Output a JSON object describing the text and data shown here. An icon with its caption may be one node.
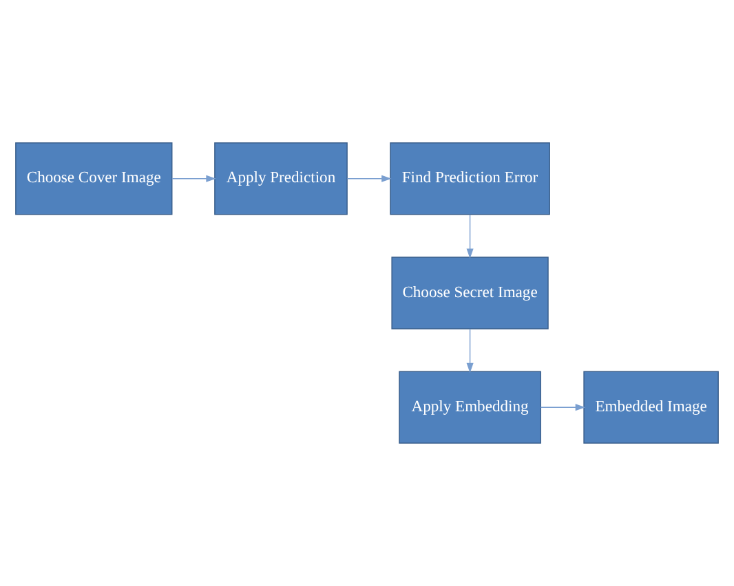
{
  "diagram": {
    "nodes": [
      {
        "text": [
          "Choose Cover Image"
        ]
      },
      {
        "text": [
          "Apply Prediction"
        ]
      },
      {
        "text": [
          "Find Prediction Error"
        ]
      },
      {
        "text": [
          "Choose Secret Image"
        ]
      },
      {
        "text": [
          "Apply Embedding"
        ]
      },
      {
        "text": [
          "Embedded Image"
        ]
      }
    ],
    "edges": [
      {
        "from": 0,
        "to": 1,
        "arrow": "to"
      },
      {
        "from": 1,
        "to": 2,
        "arrow": "to"
      },
      {
        "from": 2,
        "to": 3,
        "arrow": "to"
      },
      {
        "from": 3,
        "to": 4,
        "arrow": "to"
      },
      {
        "from": 4,
        "to": 5,
        "arrow": "to"
      }
    ]
  }
}
